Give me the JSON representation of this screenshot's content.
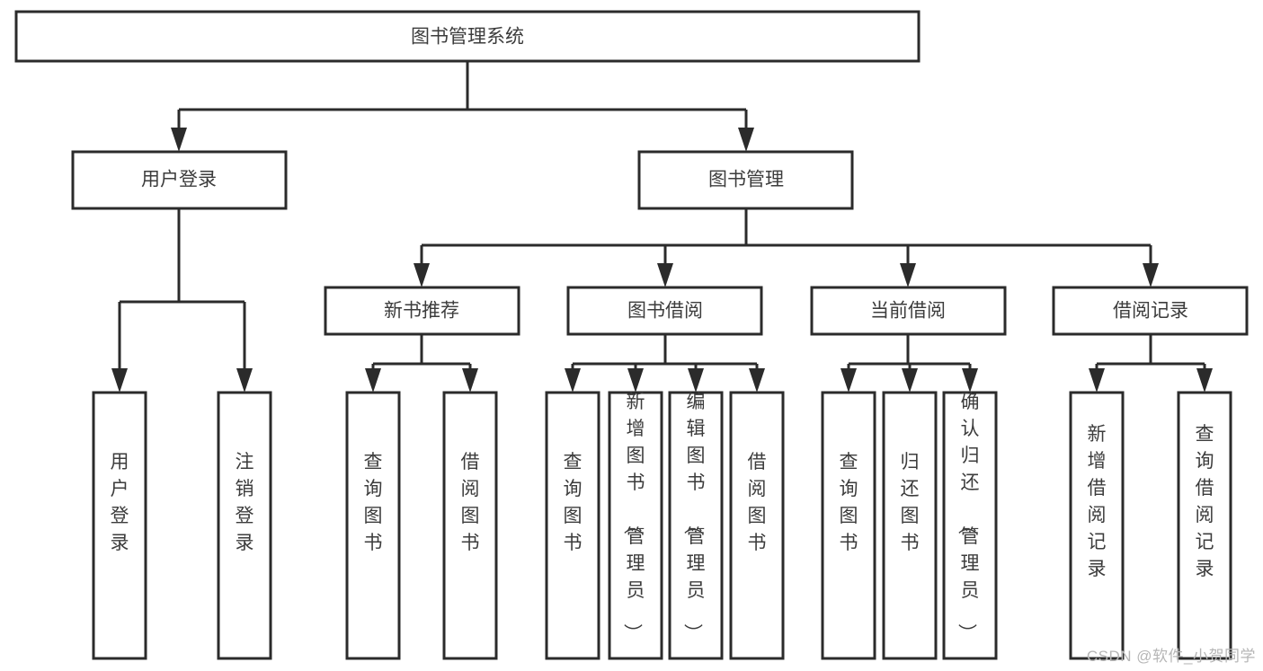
{
  "diagram": {
    "title": "图书管理系统",
    "type": "tree",
    "watermark": "CSDN @软件_小贺同学",
    "colors": {
      "stroke": "#2b2b2b",
      "fill": "#ffffff",
      "text": "#3c3c3c",
      "watermark": "#b6b6b6",
      "background": "#ffffff"
    },
    "root": {
      "label": "图书管理系统"
    },
    "level2": [
      {
        "label": "用户登录"
      },
      {
        "label": "图书管理"
      }
    ],
    "level3": [
      {
        "label": "新书推荐"
      },
      {
        "label": "图书借阅"
      },
      {
        "label": "当前借阅"
      },
      {
        "label": "借阅记录"
      }
    ],
    "leaves": {
      "user_login": [
        {
          "label": "用户登录"
        },
        {
          "label": "注销登录"
        }
      ],
      "new_book_recommend": [
        {
          "label": "查询图书"
        },
        {
          "label": "借阅图书"
        }
      ],
      "book_borrow": [
        {
          "label": "查询图书"
        },
        {
          "label": "新增图书（管理员）"
        },
        {
          "label": "编辑图书（管理员）"
        },
        {
          "label": "借阅图书"
        }
      ],
      "current_borrow": [
        {
          "label": "查询图书"
        },
        {
          "label": "归还图书"
        },
        {
          "label": "确认归还（管理员）"
        }
      ],
      "borrow_record": [
        {
          "label": "新增借阅记录"
        },
        {
          "label": "查询借阅记录"
        }
      ]
    }
  }
}
